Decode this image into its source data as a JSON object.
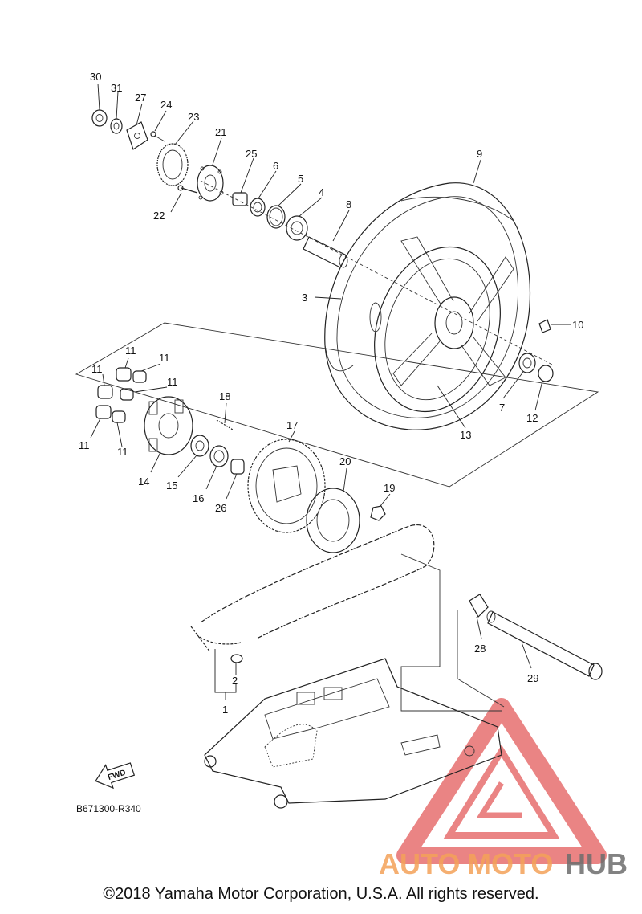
{
  "diagram_code": "B671300-R340",
  "fwd_label": "FWD",
  "copyright": "©2018 Yamaha Motor Corporation, U.S.A. All rights reserved.",
  "watermark": {
    "part1": "AUTO",
    "part2": "MOTO",
    "part3": "HUB"
  },
  "colors": {
    "watermark_red": "#e35b5b",
    "watermark_orange": "#f4a259",
    "watermark_gray": "#6d6d6d",
    "lines": "#222222"
  },
  "callouts": {
    "p30": "30",
    "p31": "31",
    "p27": "27",
    "p24": "24",
    "p23": "23",
    "p21": "21",
    "p25": "25",
    "p6": "6",
    "p5": "5",
    "p4": "4",
    "p8": "8",
    "p9": "9",
    "p22": "22",
    "p3": "3",
    "p10": "10",
    "p7": "7",
    "p12": "12",
    "p13": "13",
    "p11a": "11",
    "p11b": "11",
    "p11c": "11",
    "p11d": "11",
    "p11e": "11",
    "p11f": "11",
    "p18": "18",
    "p17": "17",
    "p14": "14",
    "p15": "15",
    "p16": "16",
    "p26": "26",
    "p20": "20",
    "p19": "19",
    "p28": "28",
    "p29": "29",
    "p2": "2",
    "p1": "1"
  }
}
